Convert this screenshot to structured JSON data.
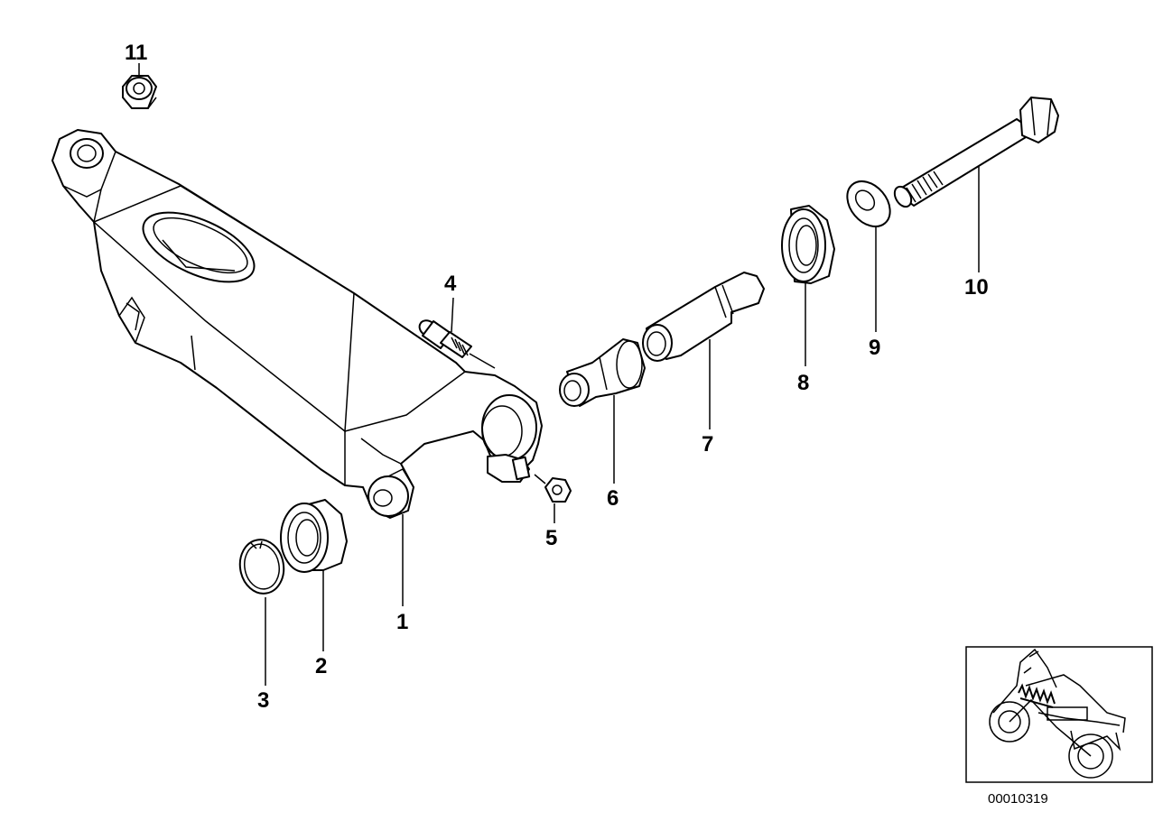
{
  "diagram": {
    "reference_number": "00010319",
    "callouts": [
      {
        "id": "callout-1",
        "number": "1"
      },
      {
        "id": "callout-2",
        "number": "2"
      },
      {
        "id": "callout-3",
        "number": "3"
      },
      {
        "id": "callout-4",
        "number": "4"
      },
      {
        "id": "callout-5",
        "number": "5"
      },
      {
        "id": "callout-6",
        "number": "6"
      },
      {
        "id": "callout-7",
        "number": "7"
      },
      {
        "id": "callout-8",
        "number": "8"
      },
      {
        "id": "callout-9",
        "number": "9"
      },
      {
        "id": "callout-10",
        "number": "10"
      },
      {
        "id": "callout-11",
        "number": "11"
      }
    ]
  }
}
